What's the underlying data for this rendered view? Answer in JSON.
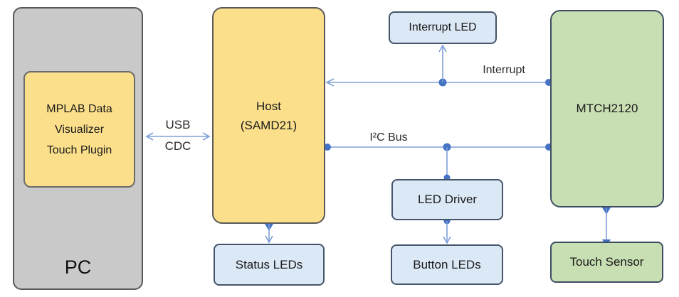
{
  "diagram": {
    "nodes": {
      "pc": {
        "label": "PC"
      },
      "plugin": {
        "lines": [
          "MPLAB Data",
          "Visualizer",
          "Touch Plugin"
        ]
      },
      "host": {
        "lines": [
          "Host",
          "(SAMD21)"
        ]
      },
      "interrupt_led": {
        "label": "Interrupt LED"
      },
      "mtch2120": {
        "label": "MTCH2120"
      },
      "status_leds": {
        "label": "Status LEDs"
      },
      "led_driver": {
        "label": "LED Driver"
      },
      "button_leds": {
        "label": "Button LEDs"
      },
      "touch_sensor": {
        "label": "Touch Sensor"
      }
    },
    "connections": {
      "usb_cdc": {
        "label_line1": "USB",
        "label_line2": "CDC"
      },
      "interrupt": {
        "label": "Interrupt"
      },
      "i2c": {
        "label": "I²C Bus"
      }
    },
    "colors": {
      "node_gray": "#c9c9c9",
      "node_yellow": "#fbdf8b",
      "node_green": "#c8dfb3",
      "node_blue": "#dbe8f6",
      "border_dark_gray": "#595959",
      "border_slate": "#44546a",
      "connector_line": "#7ea0d8",
      "connector_dot": "#4472c4"
    }
  }
}
